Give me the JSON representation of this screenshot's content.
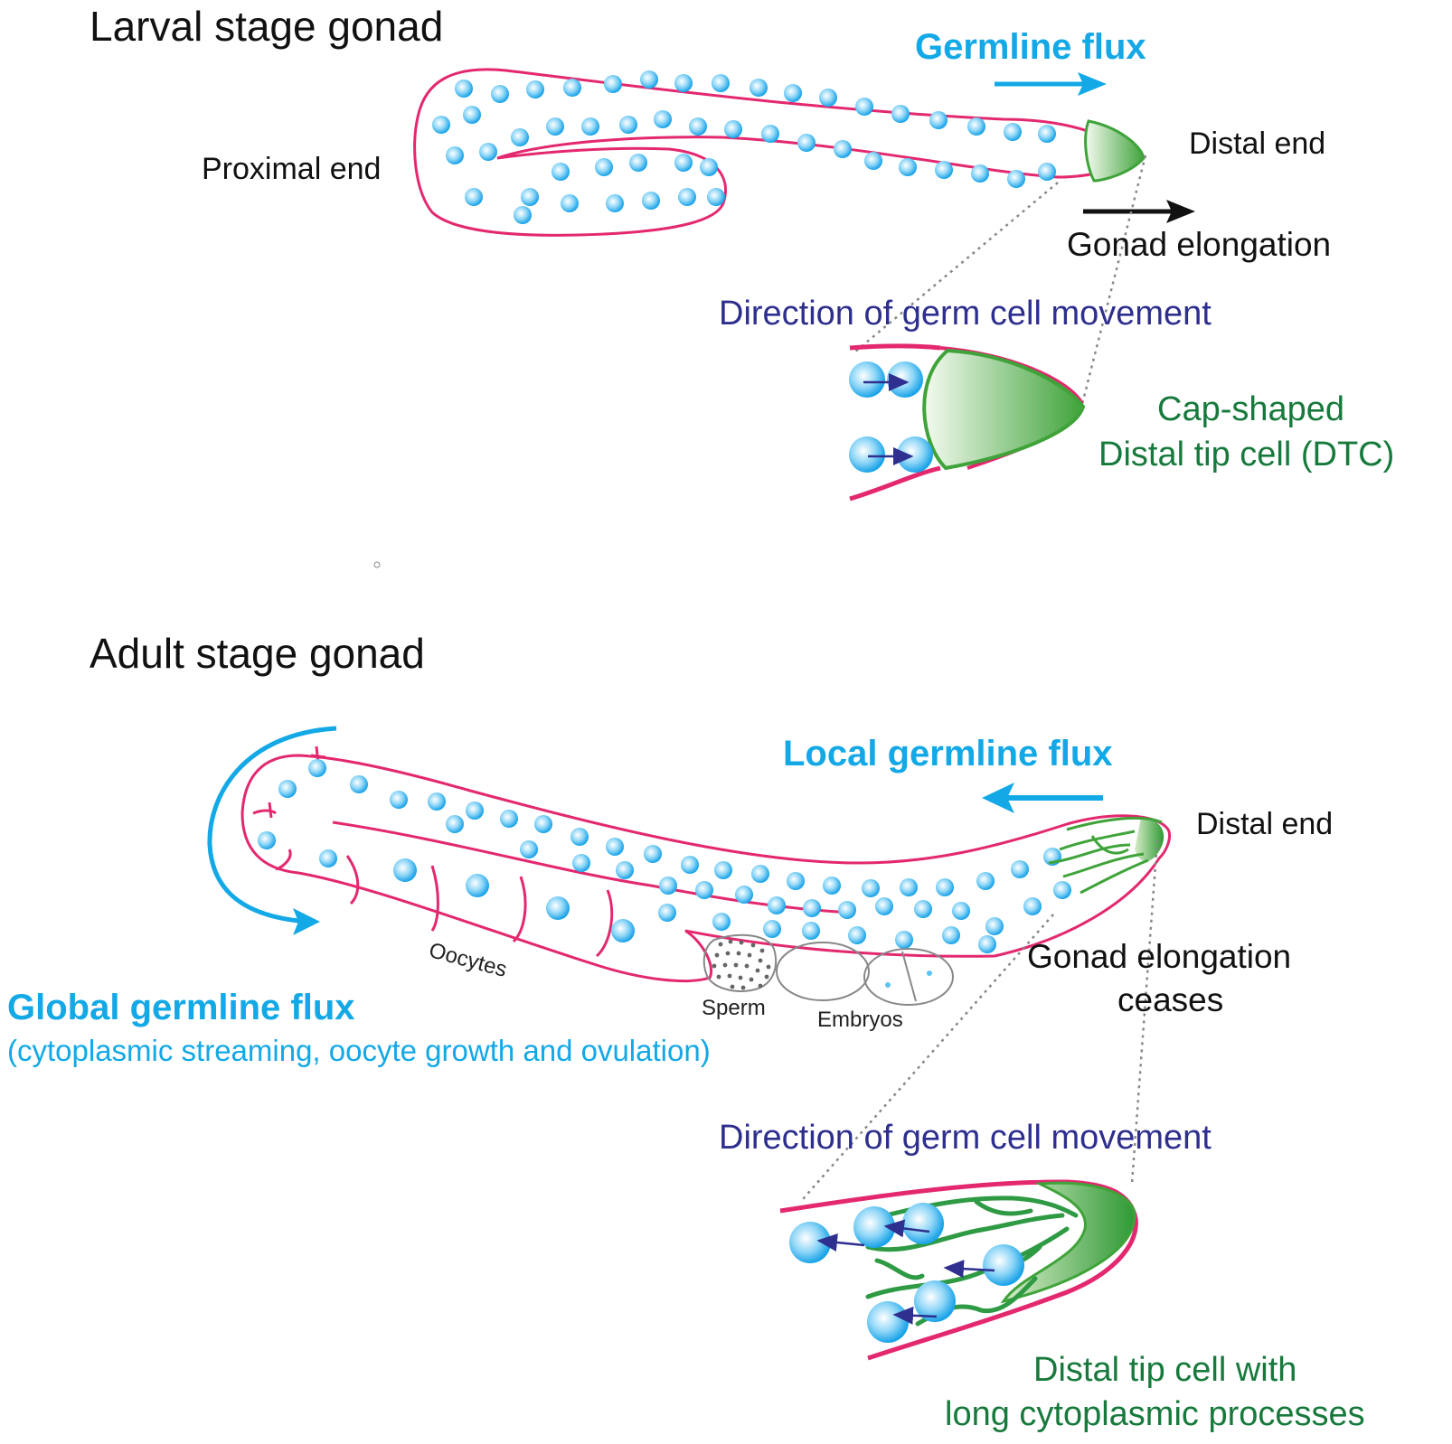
{
  "colors": {
    "gonad_outline": "#e3286f",
    "germ_cell": "#5cc3f2",
    "dtc_green": "#3fa33a",
    "flux_cyan": "#13a8e6",
    "movement_navy": "#2e2f8e",
    "label_green": "#177a3c"
  },
  "larval": {
    "title": "Larval stage gonad",
    "germline_flux": "Germline flux",
    "proximal_end": "Proximal end",
    "distal_end": "Distal end",
    "gonad_elongation": "Gonad elongation",
    "direction_of_movement": "Direction of germ cell movement",
    "dtc_label_line1": "Cap-shaped",
    "dtc_label_line2": "Distal tip cell (DTC)"
  },
  "adult": {
    "title": "Adult stage gonad",
    "local_flux": "Local germline flux",
    "distal_end": "Distal end",
    "elongation_line1": "Gonad elongation",
    "elongation_line2": "ceases",
    "oocytes": "Oocytes",
    "sperm": "Sperm",
    "embryos": "Embryos",
    "global_flux": "Global germline flux",
    "global_flux_detail": "(cytoplasmic streaming, oocyte growth and ovulation)",
    "direction_of_movement": "Direction of germ cell movement",
    "dtc_label_line1": "Distal tip cell with",
    "dtc_label_line2": "long cytoplasmic processes"
  }
}
